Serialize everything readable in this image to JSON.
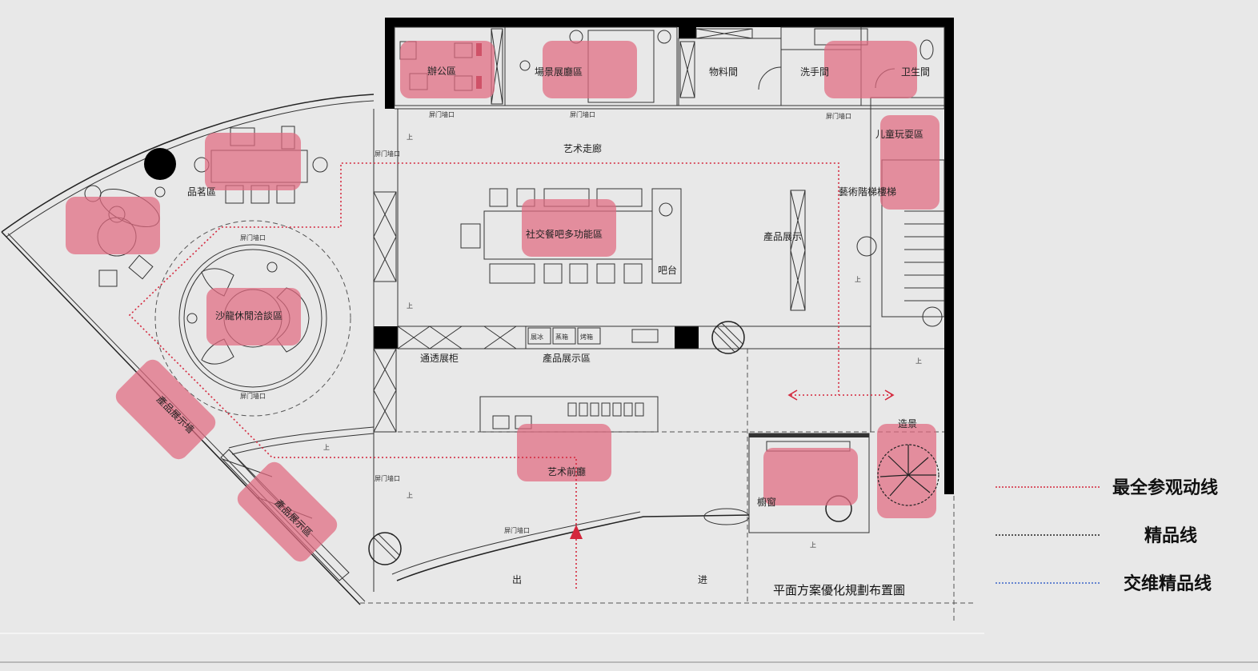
{
  "plan": {
    "title": "平面方案優化規劃布置圖",
    "zones": [
      {
        "name": "zone-office",
        "label": "辦公區"
      },
      {
        "name": "zone-scene-showroom",
        "label": "場景展廳區"
      },
      {
        "name": "zone-washroom",
        "label": "卫生間"
      },
      {
        "name": "zone-kids-play",
        "label": "儿童玩耍區"
      },
      {
        "name": "zone-tea",
        "label": "品茗區"
      },
      {
        "name": "zone-social-bar",
        "label": "社交餐吧多功能區"
      },
      {
        "name": "zone-salon",
        "label": "沙龍休閒洽談區"
      },
      {
        "name": "zone-product-wall-1",
        "label": "產品展示墙"
      },
      {
        "name": "zone-product-wall-2",
        "label": "產品展示區"
      },
      {
        "name": "zone-art-gallery",
        "label": "艺术前廳"
      },
      {
        "name": "zone-showcase",
        "label": "櫥窗"
      },
      {
        "name": "zone-landscape",
        "label": "造景"
      }
    ],
    "labels": {
      "storage": "物料間",
      "hand_wash": "洗手間",
      "art_corridor": "艺术走廊",
      "art_stairs": "藝術階梯樓梯",
      "product_display": "產品展示",
      "bar": "吧台",
      "transparent_cabinet": "通透展柜",
      "product_display_area": "產品展示區",
      "exit": "出",
      "enter": "进",
      "up": "上",
      "door_small": "屏门墙口",
      "cab_1": "展冰",
      "cab_2": "蒸箱",
      "cab_3": "烤箱"
    }
  },
  "legend": [
    {
      "label": "最全参观动线",
      "color": "#d4273c",
      "style": "dotted"
    },
    {
      "label": "精品线",
      "color": "#222222",
      "style": "dotted"
    },
    {
      "label": "交维精品线",
      "color": "#3a64c8",
      "style": "dotted"
    }
  ],
  "colors": {
    "zone_fill": "#e06a80",
    "route_red": "#d4273c"
  }
}
